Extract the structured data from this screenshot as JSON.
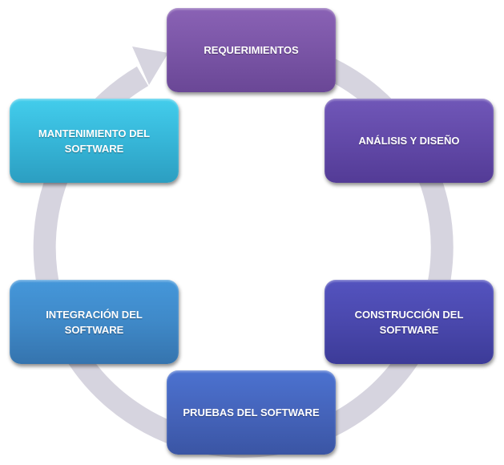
{
  "diagram": {
    "type": "cycle",
    "steps": [
      {
        "label": "REQUERIMIENTOS",
        "color": "#7a55a6"
      },
      {
        "label": "ANÁLISIS Y DISEÑO",
        "color": "#6249a8"
      },
      {
        "label": "CONSTRUCCIÓN DEL SOFTWARE",
        "color": "#4a48ad"
      },
      {
        "label": "PRUEBAS DEL SOFTWARE",
        "color": "#4564bb"
      },
      {
        "label": "INTEGRACIÓN DEL SOFTWARE",
        "color": "#3f89c8"
      },
      {
        "label": "MANTENIMIENTO DEL SOFTWARE",
        "color": "#36b6d8"
      }
    ],
    "ring_color": "#d6d4df"
  }
}
